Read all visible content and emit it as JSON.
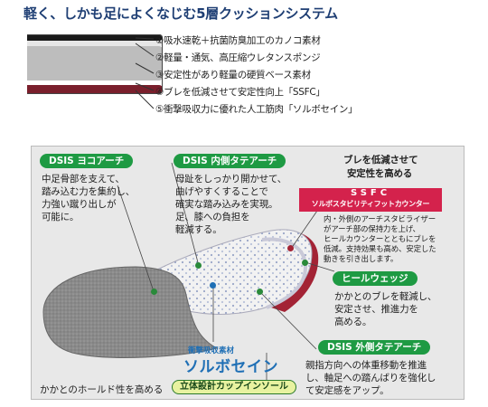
{
  "headline": "軽く、しかも足によくなじむ5層クッションシステム",
  "layers": [
    "①吸水速乾＋抗菌防臭加工のカノコ素材",
    "②軽量・通気、高圧縮ウレタンスポンジ",
    "③安定性があり軽量の硬質ベース素材",
    "④ブレを低減させて安定性向上「SSFC」",
    "⑤衝撃吸収力に優れた人工筋肉「ソルボセイン」"
  ],
  "yokoarch": {
    "tag": "DSIS ヨコアーチ",
    "lines": [
      "中足骨部を支えて、",
      "踏み込む力を集約し、",
      "力強い蹴り出しが",
      "可能に。"
    ]
  },
  "uchigawa": {
    "tag": "DSIS 内側タテアーチ",
    "lines": [
      "母趾をしっかり開かせて、",
      "曲げやすくすることで",
      "確実な踏み込みを実現。",
      "足、膝への負担を",
      "軽減する。"
    ]
  },
  "ssfc": {
    "heading_lines": [
      "ブレを低減させて",
      "安定性を高める"
    ],
    "title": "SSFC",
    "subtitle": "ソルボスタビリティフットカウンター",
    "lines": [
      "内・外側のアーチスタビライザー",
      "がアーチ部の保持力を上げ、",
      "ヒールカウンターとともにブレを",
      "低減。支持効果も高め、安定した",
      "動きを引き出します。"
    ]
  },
  "heel": {
    "tag": "ヒールウェッジ",
    "lines": [
      "かかとのブレを軽減し、",
      "安定させ、推進力を",
      "高める。"
    ]
  },
  "sotogawa": {
    "tag": "DSIS 外側タテアーチ",
    "lines": [
      "親指方向への体重移動を推進",
      "し、軸足への踏んばりを強化し",
      "て安定感をアップ。"
    ]
  },
  "sorbothane": {
    "small": "衝撃吸収素材",
    "big": "ソルボセイン"
  },
  "bottom": {
    "text": "かかとのホールド性を高める",
    "tag": "立体設計カップインソール"
  },
  "colors": {
    "navy": "#1f3f74",
    "green": "#1e9a43",
    "red": "#d4224c",
    "blue": "#1f6fb5"
  }
}
